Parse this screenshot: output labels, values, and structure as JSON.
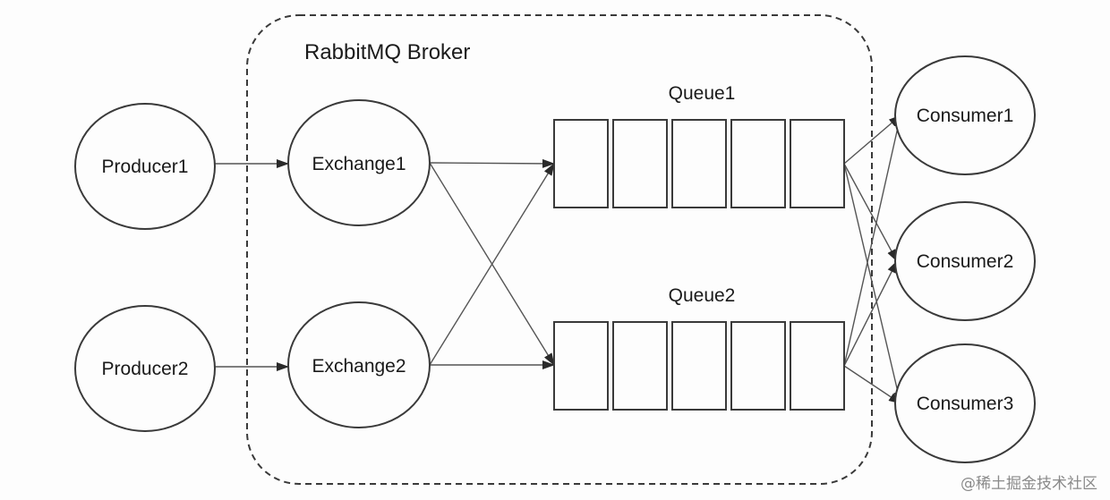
{
  "broker": {
    "label": "RabbitMQ Broker"
  },
  "producers": [
    {
      "id": "p1",
      "label": "Producer1"
    },
    {
      "id": "p2",
      "label": "Producer2"
    }
  ],
  "exchanges": [
    {
      "id": "e1",
      "label": "Exchange1"
    },
    {
      "id": "e2",
      "label": "Exchange2"
    }
  ],
  "queues": [
    {
      "id": "q1",
      "label": "Queue1",
      "slots": 5
    },
    {
      "id": "q2",
      "label": "Queue2",
      "slots": 5
    }
  ],
  "consumers": [
    {
      "id": "c1",
      "label": "Consumer1"
    },
    {
      "id": "c2",
      "label": "Consumer2"
    },
    {
      "id": "c3",
      "label": "Consumer3"
    }
  ],
  "edges": [
    {
      "from": "p1",
      "to": "e1"
    },
    {
      "from": "p2",
      "to": "e2"
    },
    {
      "from": "e1",
      "to": "q1"
    },
    {
      "from": "e1",
      "to": "q2"
    },
    {
      "from": "e2",
      "to": "q1"
    },
    {
      "from": "e2",
      "to": "q2"
    },
    {
      "from": "q1",
      "to": "c1"
    },
    {
      "from": "q1",
      "to": "c2"
    },
    {
      "from": "q1",
      "to": "c3"
    },
    {
      "from": "q2",
      "to": "c1"
    },
    {
      "from": "q2",
      "to": "c2"
    },
    {
      "from": "q2",
      "to": "c3"
    }
  ],
  "watermark": "@稀土掘金技术社区",
  "colors": {
    "stroke": "#3a3a3a",
    "text": "#1a1a1a",
    "background": "#fdfdfd"
  }
}
